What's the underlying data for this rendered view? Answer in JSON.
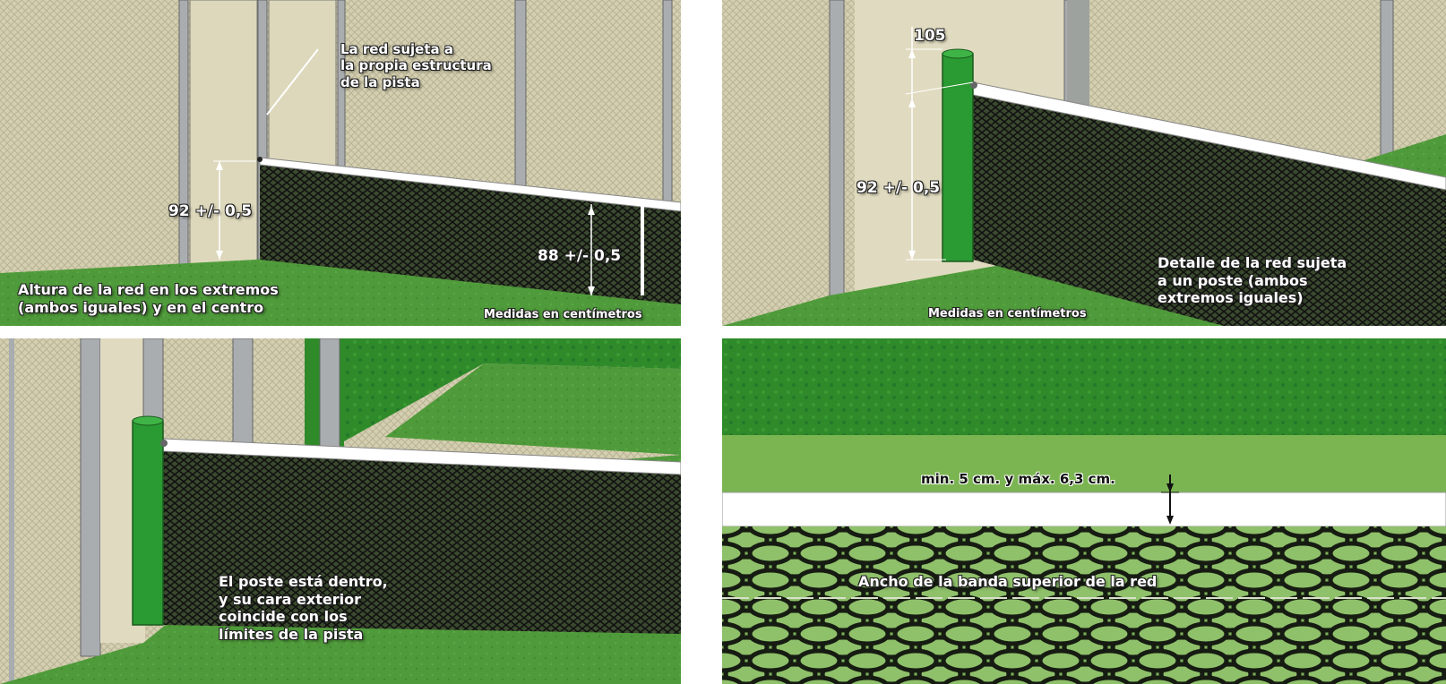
{
  "panels": {
    "p1": {
      "note_net_attached": "La red sujeta a\nla propia estructura\nde la pista",
      "end_height": "92 +/- 0,5",
      "center_height": "88 +/- 0,5",
      "caption": "Altura de la red en los extremos\n(ambos iguales) y en el centro",
      "units": "Medidas en centímetros"
    },
    "p2": {
      "post_height": "105",
      "net_height": "92 +/- 0,5",
      "caption": "Detalle de la red sujeta\na un poste (ambos\nextremos iguales)",
      "units": "Medidas en centímetros"
    },
    "p3": {
      "caption": "El poste está dentro,\ny su cara exterior\ncoincide con los\nlímites de la pista"
    },
    "p4": {
      "band_width": "min. 5 cm. y máx. 6,3 cm.",
      "caption": "Ancho de la banda superior de la red"
    }
  },
  "colors": {
    "wall": "#cfc9a8",
    "turf": "#4f9a3a",
    "turf_dark": "#2f7a2a",
    "net": "#1e2a1a",
    "band": "#ffffff",
    "post": "#2a9a32",
    "frame": "#a9adb0"
  }
}
